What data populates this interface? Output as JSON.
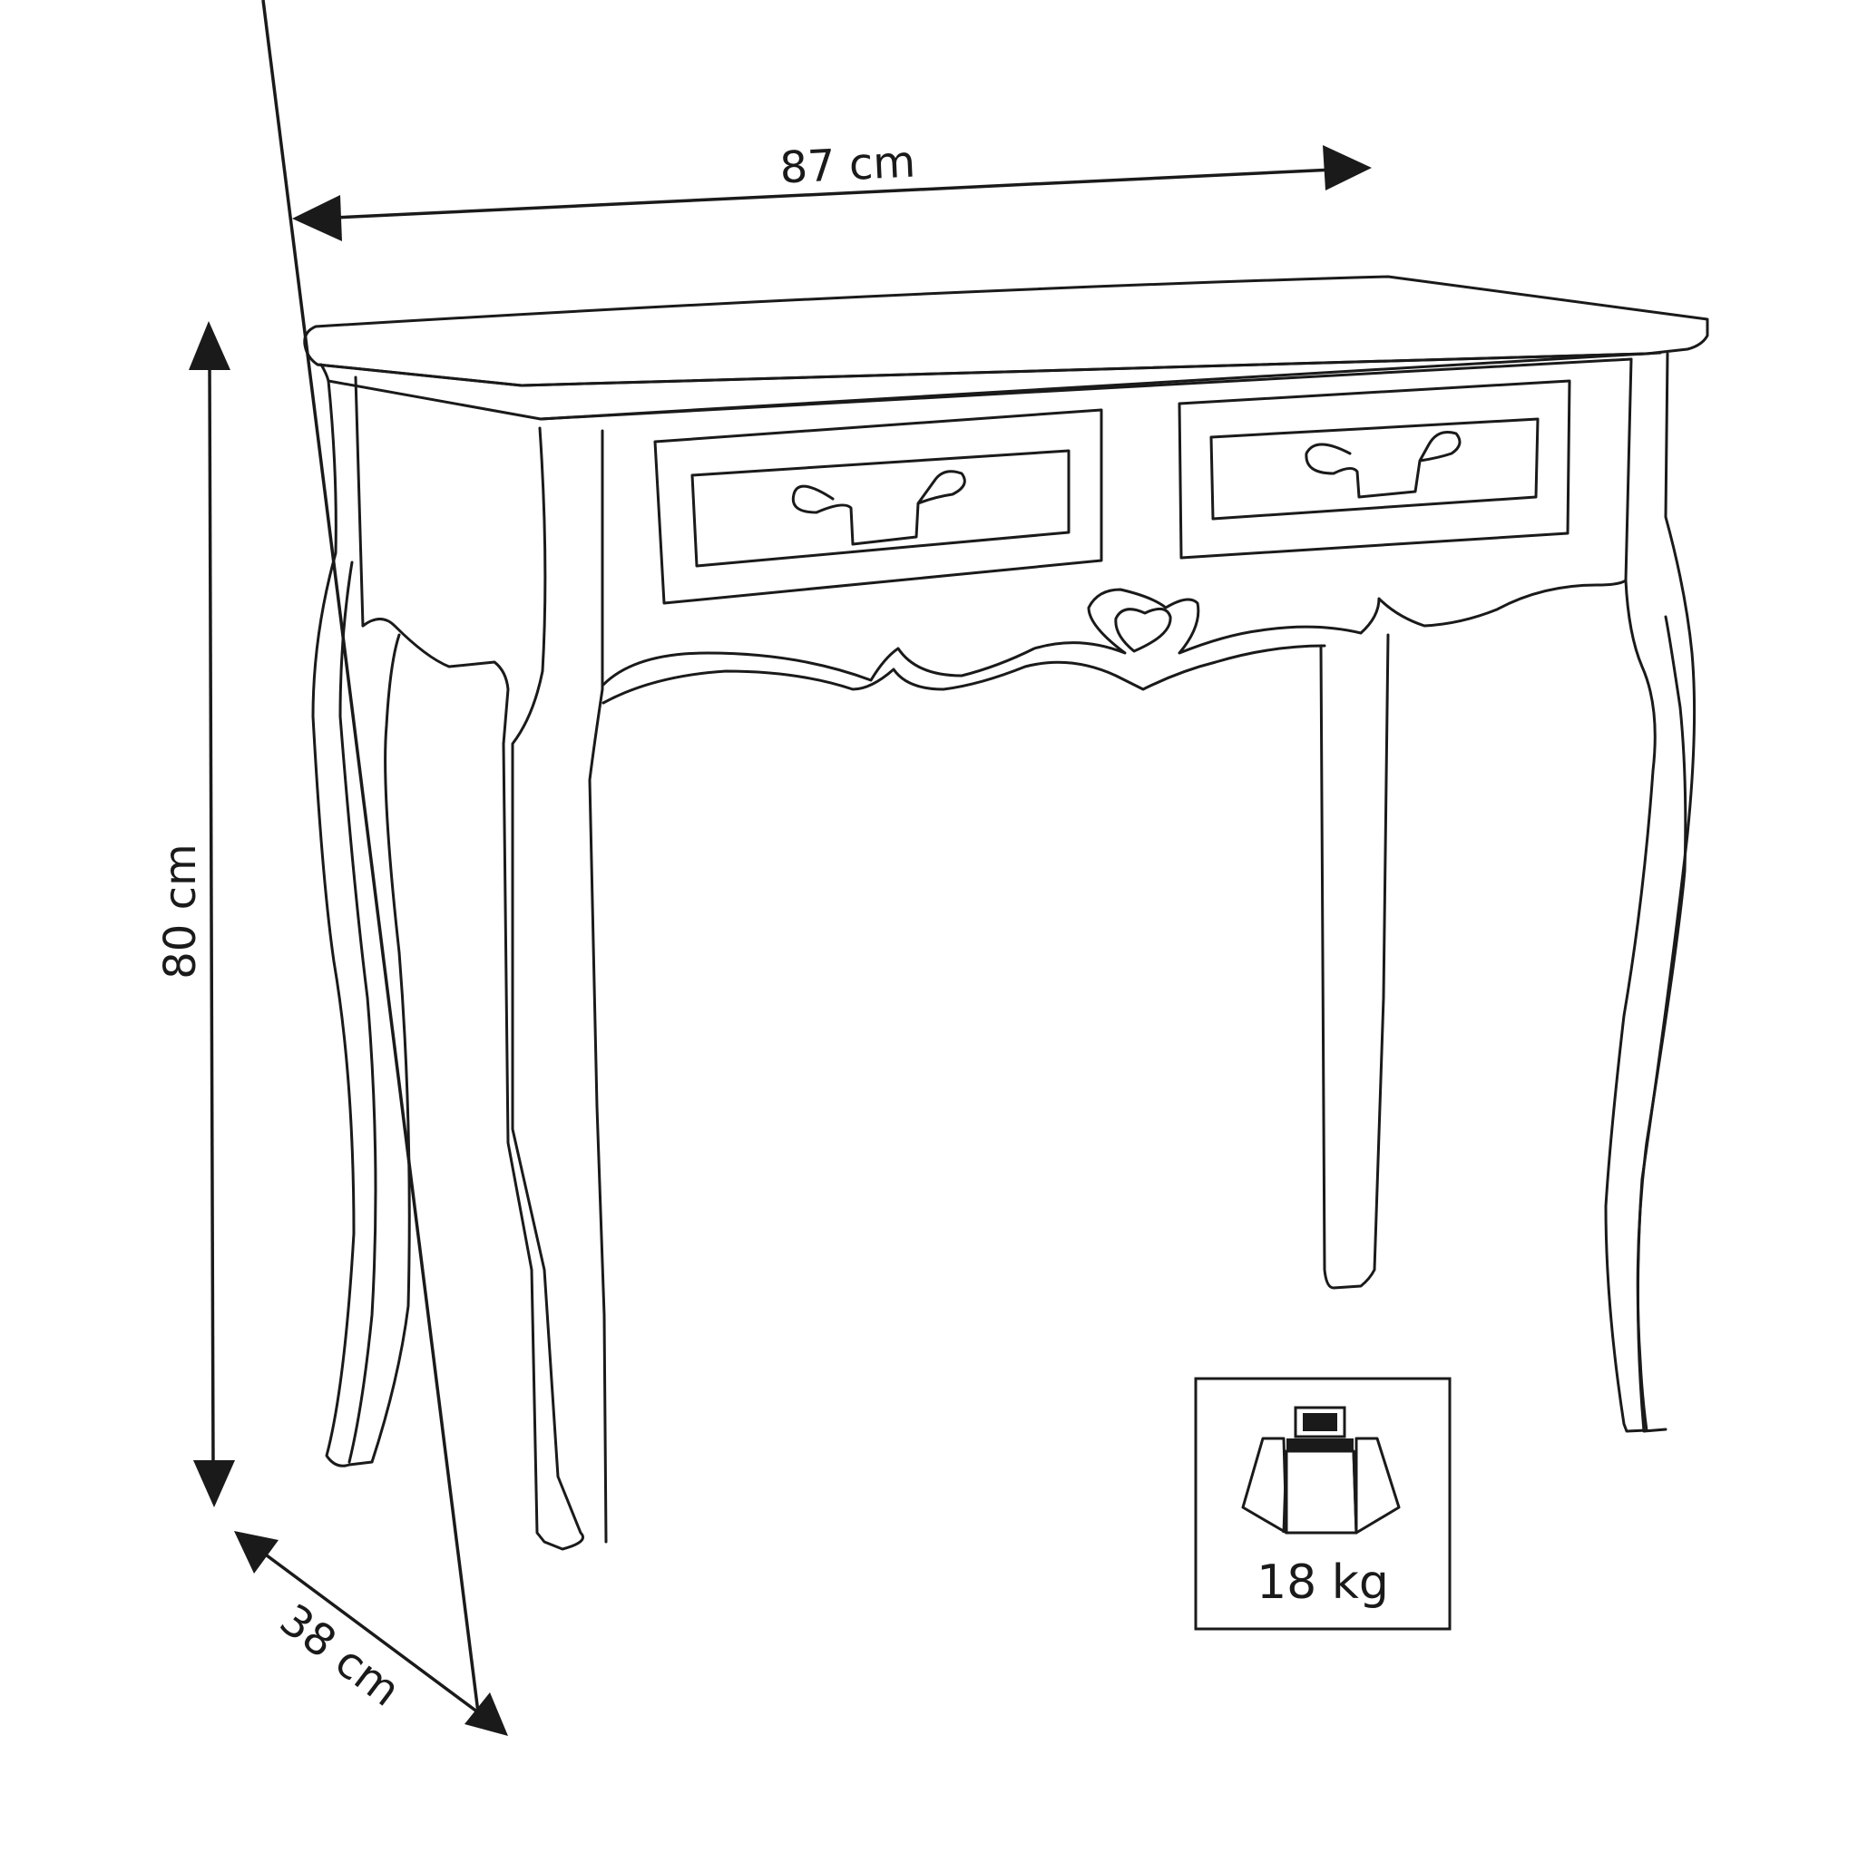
{
  "dimensions": {
    "width": "87 cm",
    "height": "80 cm",
    "depth": "38 cm"
  },
  "weight": {
    "icon": "weight-scale-icon",
    "label": "18 kg"
  }
}
